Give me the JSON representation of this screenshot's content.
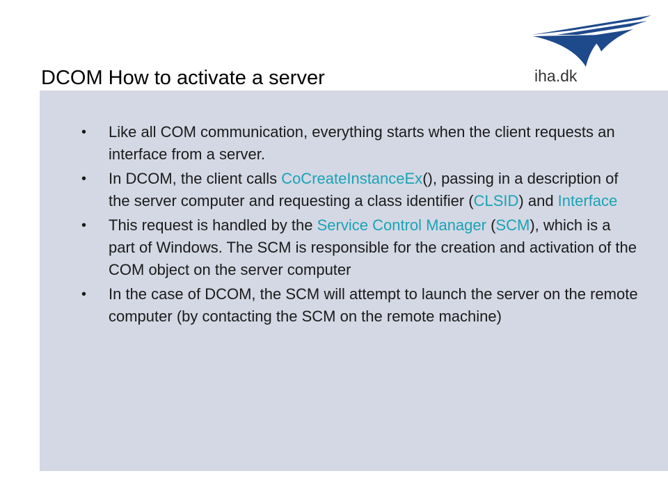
{
  "slide": {
    "title": "DCOM How to activate a server",
    "logo": {
      "text": "iha.dk",
      "color": "#1e4a8c"
    },
    "accent_color": "#1aa3b5",
    "panel_color": "#d4d8e4",
    "bullets": [
      {
        "segments": [
          {
            "text": "Like all COM communication, everything starts when the client requests an interface from a server."
          }
        ]
      },
      {
        "segments": [
          {
            "text": "In DCOM, the client calls "
          },
          {
            "text": "CoCreateInstanceEx"
          },
          {
            "text": "(), passing in a description of the server computer and requesting a class identifier ("
          },
          {
            "text": "CLSID"
          },
          {
            "text": ") and "
          },
          {
            "text": "Interface"
          }
        ]
      },
      {
        "segments": [
          {
            "text": "This request is handled by the "
          },
          {
            "text": "Service Control Manager"
          },
          {
            "text": " ("
          },
          {
            "text": "SCM"
          },
          {
            "text": "), which is a part of Windows. The SCM is responsible for the creation and activation of the COM object on the server computer"
          }
        ]
      },
      {
        "segments": [
          {
            "text": "In the case of DCOM, the SCM will attempt to launch the server on the remote computer (by contacting the SCM on the remote machine)"
          }
        ]
      }
    ]
  }
}
